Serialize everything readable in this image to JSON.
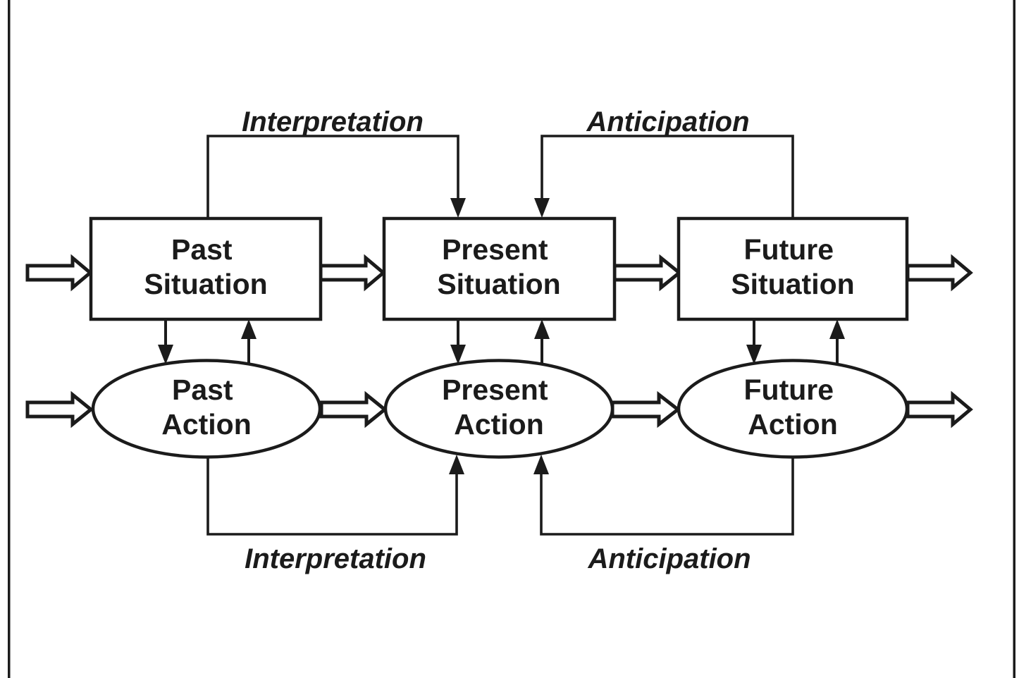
{
  "figure": {
    "background": "#ffffff",
    "ink": "#1b1b1b",
    "description": "Temporal situation-action model diagram"
  },
  "nodes": [
    {
      "id": "past-situation",
      "shape": "rect",
      "line1": "Past",
      "line2": "Situation"
    },
    {
      "id": "present-situation",
      "shape": "rect",
      "line1": "Present",
      "line2": "Situation"
    },
    {
      "id": "future-situation",
      "shape": "rect",
      "line1": "Future",
      "line2": "Situation"
    },
    {
      "id": "past-action",
      "shape": "ellipse",
      "line1": "Past",
      "line2": "Action"
    },
    {
      "id": "present-action",
      "shape": "ellipse",
      "line1": "Present",
      "line2": "Action"
    },
    {
      "id": "future-action",
      "shape": "ellipse",
      "line1": "Future",
      "line2": "Action"
    }
  ],
  "edge_labels": {
    "interpretation_top": "Interpretation",
    "anticipation_top": "Anticipation",
    "interpretation_bottom": "Interpretation",
    "anticipation_bottom": "Anticipation"
  }
}
